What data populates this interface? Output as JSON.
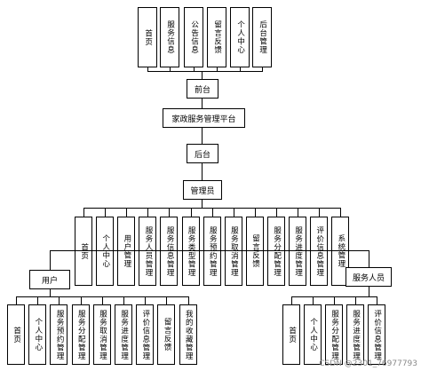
{
  "top_level": [
    "首页",
    "服务信息",
    "公告信息",
    "留言反馈",
    "个人中心",
    "后台管理"
  ],
  "frontend": "前台",
  "platform": "家政服务管理平台",
  "backend": "后台",
  "admin": "管理员",
  "admin_modules": [
    "首页",
    "个人中心",
    "用户管理",
    "服务人员管理",
    "服务信息管理",
    "服务类型管理",
    "服务预约管理",
    "服务取消管理",
    "留言反馈",
    "服务分配管理",
    "服务进度管理",
    "评价信息管理",
    "系统管理"
  ],
  "user": "用户",
  "user_modules": [
    "首页",
    "个人中心",
    "服务预约管理",
    "服务分配管理",
    "服务取消管理",
    "服务进度管理",
    "评价信息管理",
    "留言反馈",
    "我的收藏管理"
  ],
  "staff": "服务人员",
  "staff_modules": [
    "首页",
    "个人中心",
    "服务分配管理",
    "服务进度管理",
    "评价信息管理"
  ],
  "watermark": "CSDN @2301_76977793"
}
